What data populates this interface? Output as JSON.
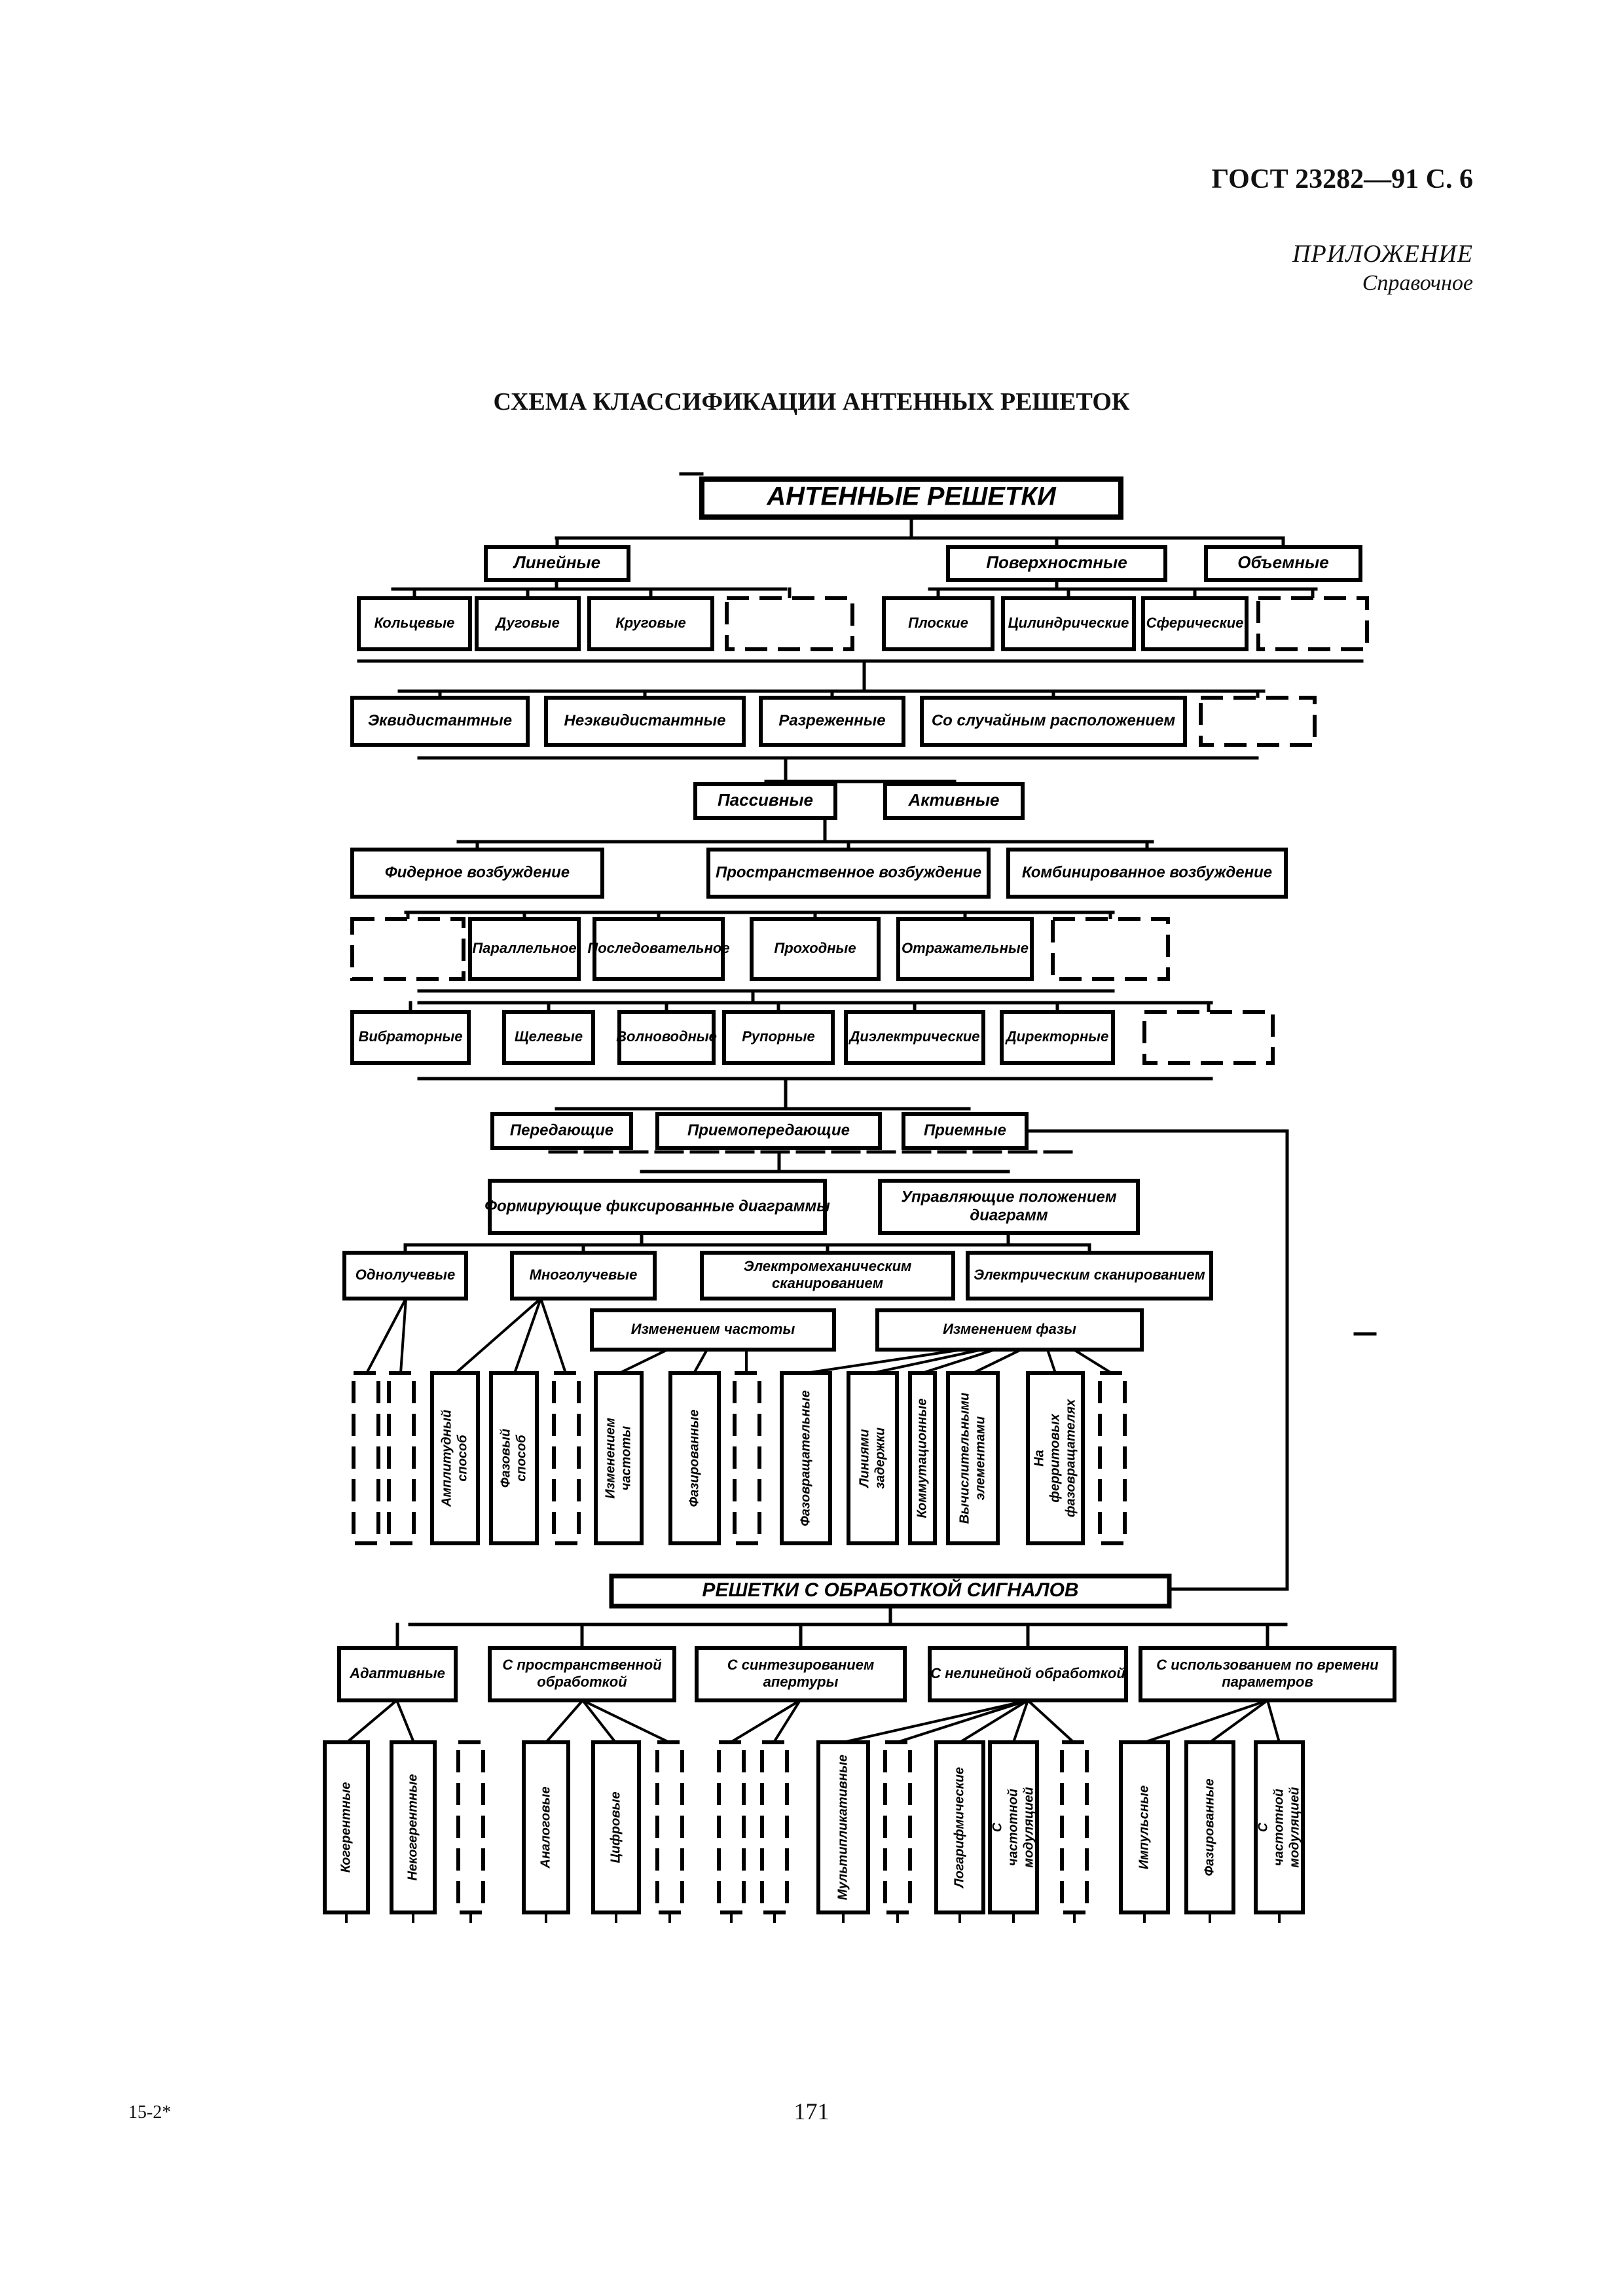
{
  "header": {
    "doc_code": "ГОСТ 23282—91 С. 6",
    "appendix": "ПРИЛОЖЕНИЕ",
    "appendix_type": "Справочное"
  },
  "title": "СХЕМА КЛАССИФИКАЦИИ АНТЕННЫХ РЕШЕТОК",
  "diagram": {
    "root": "АНТЕННЫЕ РЕШЕТКИ",
    "level1": [
      "Линейные",
      "Поверхностные",
      "Объемные"
    ],
    "level2": [
      "Эквидистантные",
      "Неэквидистантные",
      "Разреженные",
      "Со случайным расположением"
    ],
    "level3": [
      "Пассивные",
      "Активные"
    ],
    "level4": [
      "Фидерное возбуждение",
      "Пространственное возбуждение",
      "Комбинированное возбуждение"
    ],
    "level5": [
      "Параллельное",
      "Последовательное",
      "Проходные",
      "Отражательные"
    ],
    "level6": [
      "Вибраторные",
      "Щелевые",
      "Волноводные",
      "Рупорные",
      "Диэлектрические",
      "Директорные"
    ],
    "level7": [
      "Передающие",
      "Приемопередающие",
      "Приемные"
    ],
    "level8": [
      "Формирующие фиксированные диаграммы",
      "Управляющие положением диаграмм"
    ],
    "level9": [
      "Однолучевые",
      "Многолучевые",
      "Электромеханическим сканированием",
      "Электрическим сканированием"
    ],
    "level10": [
      "Изменением частоты",
      "Изменением фазы"
    ],
    "signal_root": "РЕШЕТКИ С ОБРАБОТКОЙ СИГНАЛОВ",
    "signal_level1": [
      "Адаптивные",
      "С пространственной обработкой",
      "С синтезированием апертуры",
      "С нелинейной обработкой",
      "С использованием по времени параметров"
    ],
    "signal_level2": [
      "Когерентные",
      "Некогерентные",
      "Аналоговые",
      "Цифровые",
      "Мультипликативные",
      "Логарифмические",
      "С частотной модуляцией",
      "Импульсные",
      "Фазированные"
    ]
  },
  "footer": {
    "sheet": "15-2*",
    "page": "171"
  }
}
